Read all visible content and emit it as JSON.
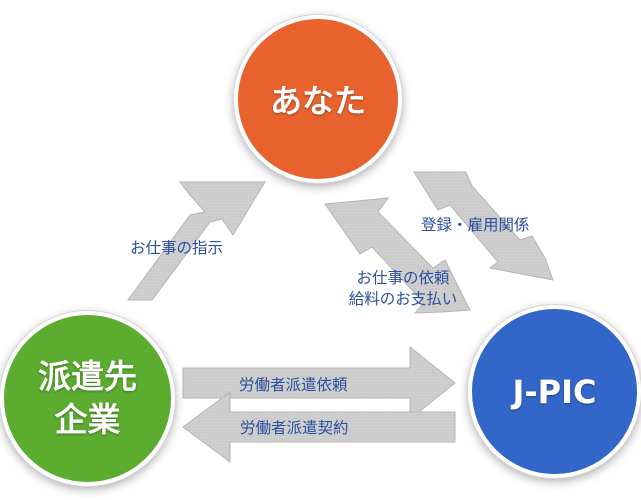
{
  "nodes": {
    "anata": {
      "label": "あなた",
      "color": "#e8622e"
    },
    "haken": {
      "line1": "派遣先",
      "line2": "企業",
      "color": "#5bac2f"
    },
    "jpic": {
      "label": "J-PIC",
      "color": "#3266c8"
    }
  },
  "arrows": {
    "instruction": "お仕事の指示",
    "employment": "登録・雇用関係",
    "request_line1": "お仕事の依頼",
    "request_line2": "給料のお支払い",
    "dispatch_request": "労働者派遣依頼",
    "dispatch_contract": "労働者派遣契約"
  },
  "colors": {
    "arrow_fill": "#c8c8c8",
    "arrow_stroke": "#b0b0b0",
    "label_text": "#2c4f9e"
  }
}
